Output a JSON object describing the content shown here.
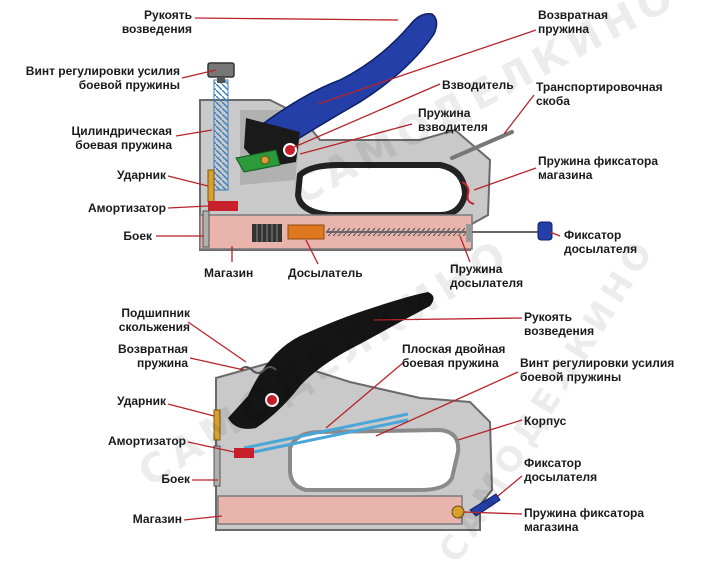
{
  "watermark": "САМОДЕЛКИНО",
  "top_diagram": {
    "labels": {
      "handle": "Рукоять\nвозведения",
      "return_spring": "Возвратная\nпружина",
      "adjust_screw": "Винт регулировки усилия\nбоевой пружины",
      "cocker": "Взводитель",
      "transport_bracket": "Транспортировочная\nскоба",
      "cocker_spring": "Пружина\nвзводителя",
      "cylindrical_spring": "Цилиндрическая\nбоевая пружина",
      "magazine_latch_spring": "Пружина фиксатора\nмагазина",
      "striker": "Ударник",
      "damper": "Амортизатор",
      "pusher_latch": "Фиксатор\nдосылателя",
      "firing_pin": "Боек",
      "magazine": "Магазин",
      "pusher": "Досылатель",
      "pusher_spring": "Пружина\nдосылателя"
    }
  },
  "bottom_diagram": {
    "labels": {
      "bearing": "Подшипник\nскольжения",
      "handle": "Рукоять\nвозведения",
      "return_spring": "Возвратная\nпружина",
      "flat_spring": "Плоская двойная\nбоевая пружина",
      "adjust_screw": "Винт регулировки усилия\nбоевой пружины",
      "striker": "Ударник",
      "body": "Корпус",
      "damper": "Амортизатор",
      "firing_pin": "Боек",
      "pusher_latch": "Фиксатор\nдосылателя",
      "magazine": "Магазин",
      "magazine_latch_spring": "Пружина фиксатора\nмагазина"
    }
  },
  "colors": {
    "body": "#c9c9c9",
    "body_dark": "#8a8a8a",
    "handle_blue": "#2440a8",
    "handle_black": "#151515",
    "magazine_pink": "#e8b4ac",
    "spring_blue": "#3a7fc0",
    "leader_red": "#b8232a",
    "damper_red": "#c8202a",
    "pusher_orange": "#e07820",
    "green": "#2a9a3a",
    "flat_spring_blue": "#4aa6d8"
  }
}
